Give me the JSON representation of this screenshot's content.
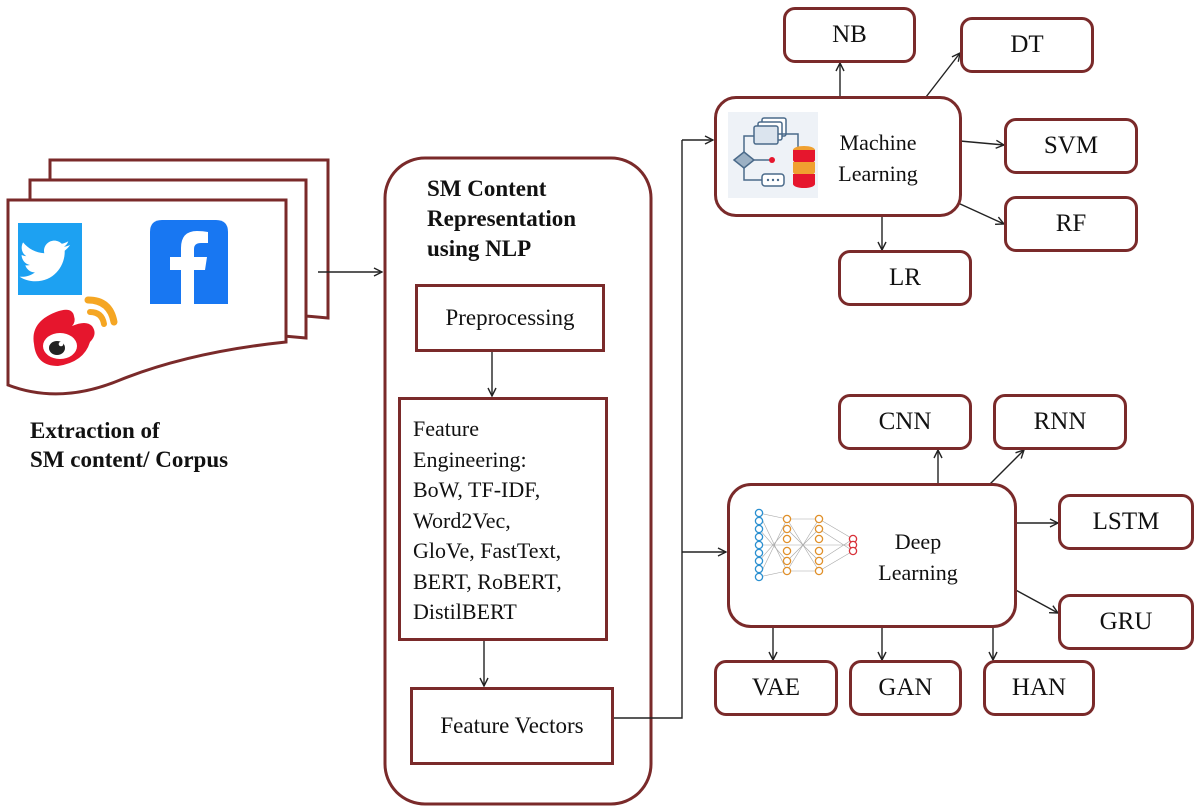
{
  "source": {
    "caption_line1": "Extraction of",
    "caption_line2": "SM content/ Corpus",
    "icons": [
      "twitter-icon",
      "facebook-icon",
      "weibo-icon"
    ]
  },
  "nlp": {
    "title_line1": "SM Content",
    "title_line2": "Representation",
    "title_line3": "using NLP",
    "preprocessing": "Preprocessing",
    "feature_engineering": [
      "Feature",
      "Engineering:",
      "BoW, TF-IDF,",
      "Word2Vec,",
      "GloVe, FastText,",
      "BERT, RoBERT,",
      "DistilBERT"
    ],
    "feature_vectors": "Feature Vectors"
  },
  "ml": {
    "label_line1": "Machine",
    "label_line2": "Learning",
    "icon": "workflow-database-icon",
    "models": {
      "nb": "NB",
      "dt": "DT",
      "svm": "SVM",
      "rf": "RF",
      "lr": "LR"
    }
  },
  "dl": {
    "label_line1": "Deep",
    "label_line2": "Learning",
    "icon": "neural-network-icon",
    "models": {
      "cnn": "CNN",
      "rnn": "RNN",
      "lstm": "LSTM",
      "gru": "GRU",
      "vae": "VAE",
      "gan": "GAN",
      "han": "HAN"
    }
  },
  "colors": {
    "border": "#7a2a2a",
    "twitter": "#1da1f2",
    "facebook": "#1877f2",
    "weibo": "#e6162d",
    "weibo_wave": "#f5a623"
  }
}
